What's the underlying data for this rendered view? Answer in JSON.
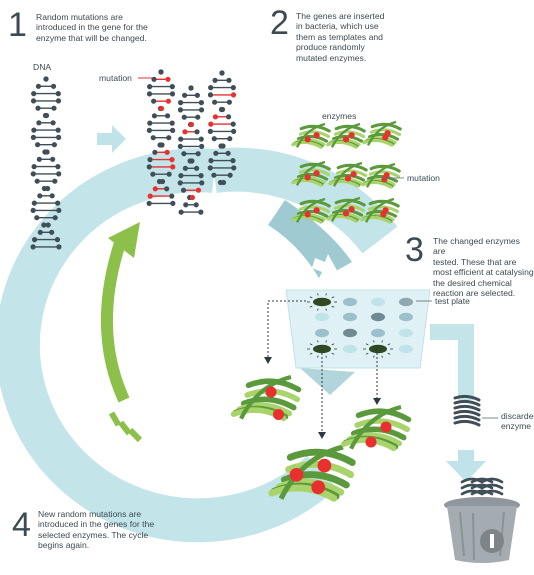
{
  "steps": [
    {
      "number": "1",
      "text": "Random mutations are\nintroduced in the gene for the\nenzyme that will be changed."
    },
    {
      "number": "2",
      "text": "The genes are inserted\nin bacteria, which use\nthem as templates and\nproduce randomly\nmutated enzymes."
    },
    {
      "number": "3",
      "text": "The changed enzymes are\ntested. These that are\nmost efficient at catalysing\nthe desired chemical\nreaction are selected."
    },
    {
      "number": "4",
      "text": "New random mutations are\nintroduced in the genes for the\nselected enzymes. The cycle\nbegins again."
    }
  ],
  "labels": {
    "dna": "DNA",
    "mutation_dna": "mutation",
    "enzymes": "enzymes",
    "mutation_enzyme": "mutation",
    "test_plate": "test plate",
    "discarded_enzyme": "discarded\nenzyme"
  },
  "colors": {
    "dna_strand": "#3f4e57",
    "mutation_red": "#e8302f",
    "cycle_light": "#bfe3e8",
    "cycle_dark": "#7fb7c2",
    "arrow_green": "#8cc04a",
    "enzyme_green": "#5a9a3c",
    "enzyme_light": "#a9d46b",
    "plate_dark": "#2f4a22",
    "bin_gray": "#9aa2a7"
  }
}
